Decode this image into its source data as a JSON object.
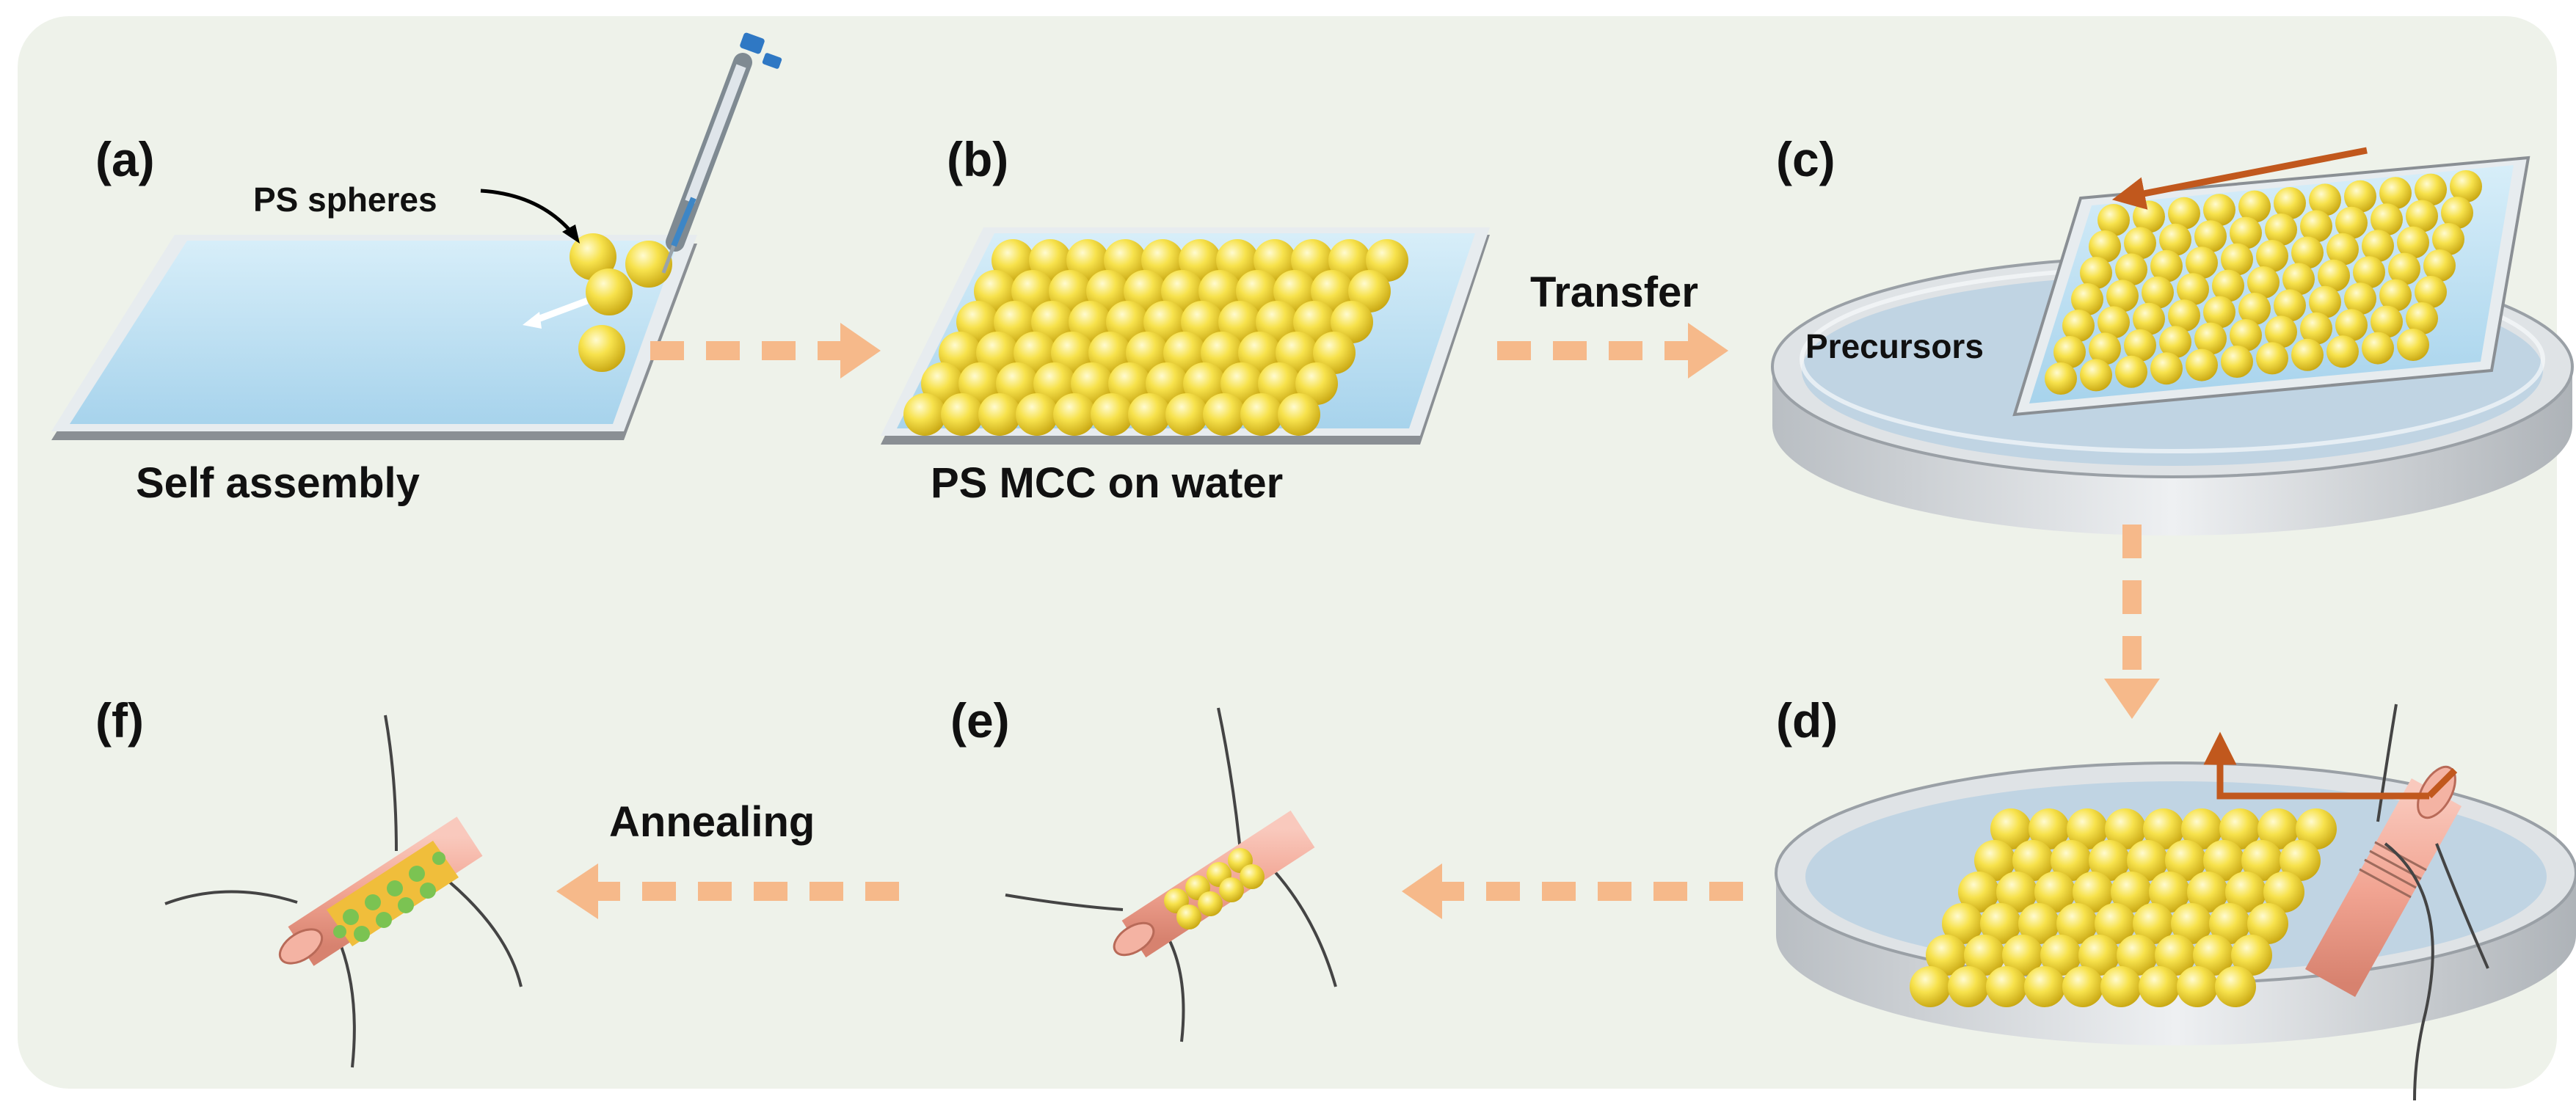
{
  "colors": {
    "background": "#eef2ea",
    "water": "#b5dbef",
    "sphere": "#f3dc3a",
    "arrow": "#f6b98a",
    "tube": "#f2a593",
    "pull_arrow": "#c1581d",
    "green_dot": "#7bc352"
  },
  "panels": {
    "a": {
      "label": "(a)",
      "caption": "Self assembly",
      "callout": "PS spheres"
    },
    "b": {
      "label": "(b)",
      "caption": "PS MCC on water"
    },
    "c": {
      "label": "(c)",
      "inner_label": "Precursors"
    },
    "d": {
      "label": "(d)"
    },
    "e": {
      "label": "(e)"
    },
    "f": {
      "label": "(f)"
    }
  },
  "arrows": {
    "b_to_c": "Transfer",
    "e_to_f": "Annealing"
  },
  "icons": [
    "pipette-icon"
  ]
}
